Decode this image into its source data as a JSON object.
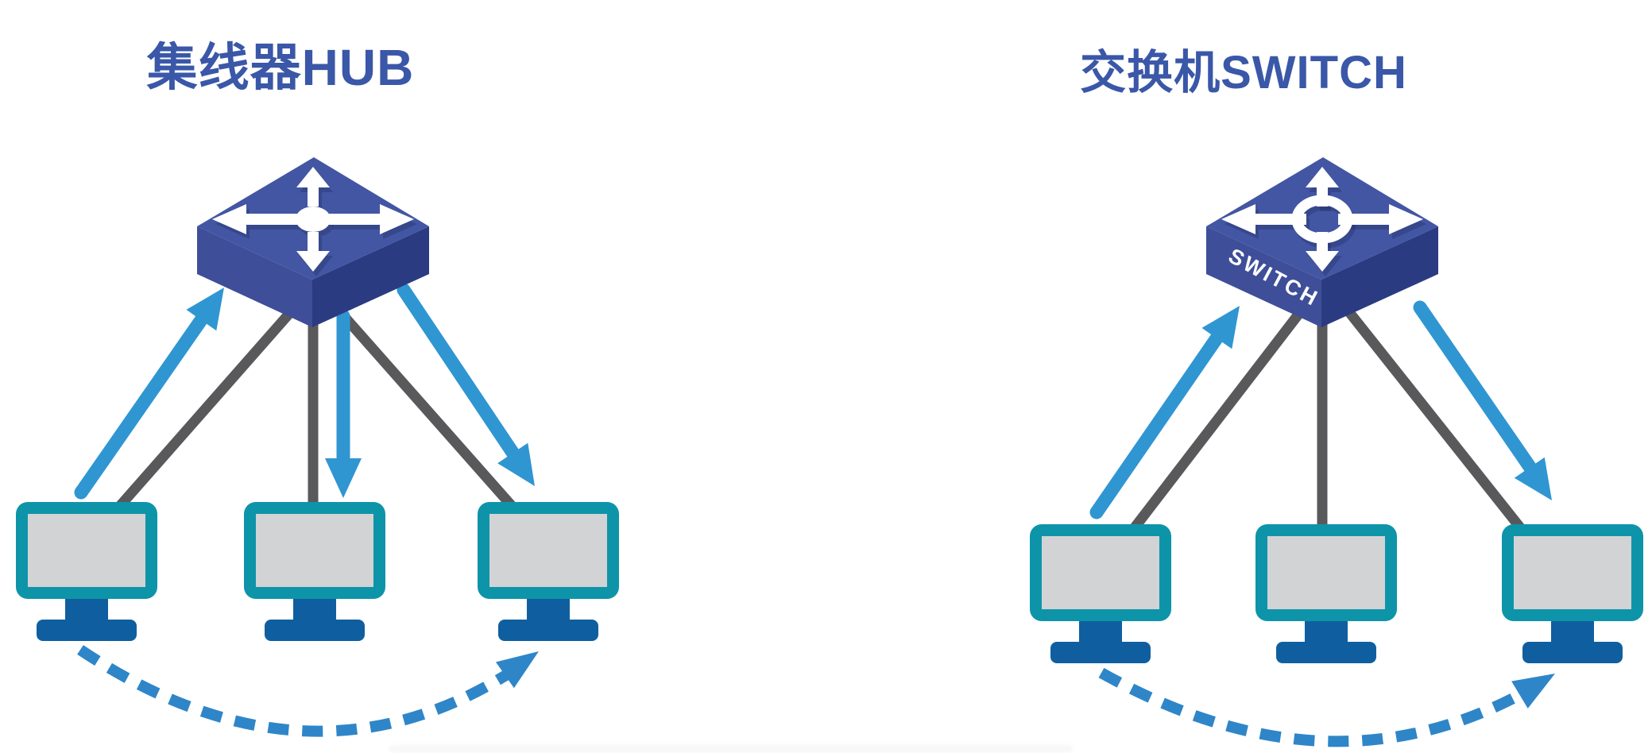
{
  "hub_panel": {
    "title": "集线器HUB",
    "device": "hub",
    "computers": 3,
    "gray_links": 3,
    "blue_arrows": 3
  },
  "switch_panel": {
    "title": "交换机SWITCH",
    "device_label": "SWITCH",
    "computers": 3,
    "gray_links": 3,
    "blue_arrows": 2
  },
  "colors": {
    "title_text": "#3A57A8",
    "device_top_face": "#4356A3",
    "device_left_face": "#3E4E98",
    "device_right_face": "#2B3B82",
    "device_glyph": "#FFFFFF",
    "link_gray": "#59595B",
    "arrow_blue": "#2F96D2",
    "dashed_arrow_blue": "#2E86C8",
    "monitor_frame_teal": "#0E94A9",
    "monitor_screen_gray": "#D2D3D5",
    "monitor_base_blue": "#0F5FA0",
    "background": "#FFFFFF"
  }
}
